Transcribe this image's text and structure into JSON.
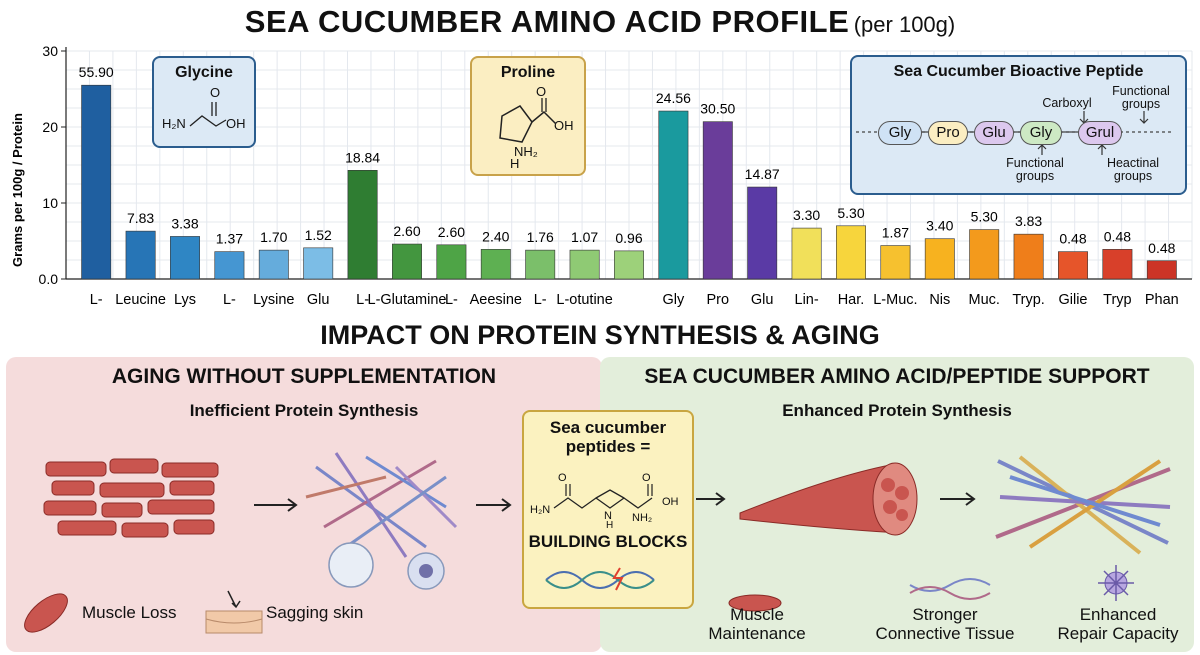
{
  "header": {
    "title": "SEA CUCUMBER AMINO ACID PROFILE",
    "subtitle": "(per 100g)"
  },
  "chart_data": {
    "type": "bar",
    "ylabel": "Grams per 100g / Protein",
    "ylim": [
      0,
      30
    ],
    "yticks": [
      "0.0",
      "10",
      "20",
      "30"
    ],
    "grid": true,
    "categories": [
      "L-",
      "Leucine",
      "Lys",
      "L-",
      "Lysine",
      "Glu",
      "L-",
      "L-Glutamine",
      "L-",
      "Aeesine",
      "L-",
      "L-otutine",
      "Gly",
      "Pro",
      "Glu",
      "Lin-",
      "Har.",
      "L-Muc.",
      "Nis",
      "Muc.",
      "Tryp.",
      "Gilie",
      "Tryp",
      "Phan"
    ],
    "values": [
      25.5,
      6.3,
      5.6,
      3.6,
      3.8,
      4.1,
      14.3,
      4.6,
      4.5,
      3.9,
      3.8,
      3.8,
      3.7,
      22.1,
      20.7,
      12.1,
      6.7,
      7.0,
      4.4,
      5.3,
      6.5,
      5.9,
      3.6,
      3.9,
      2.4
    ],
    "data_labels": [
      "55.90",
      "7.83",
      "3.38",
      "1.37",
      "1.70",
      "1.52",
      "18.84",
      "2.60",
      "2.60",
      "2.40",
      "1.76",
      "1.07",
      "0.96",
      "24.56",
      "30.50",
      "14.87",
      "3.30",
      "5.30",
      "1.87",
      "3.40",
      "5.30",
      "3.83",
      "0.48",
      "0.48",
      "0.48"
    ],
    "colors": [
      "#1f5fa0",
      "#2775b6",
      "#2f86c4",
      "#4596d2",
      "#65acdc",
      "#7cbde6",
      "#2f7d32",
      "#43963f",
      "#4ea446",
      "#5eb052",
      "#7bbf6a",
      "#8fca74",
      "#9dd17a",
      "#1a9a9e",
      "#6a3d9a",
      "#5a3aa5",
      "#f1e05a",
      "#f7d53c",
      "#f6c12f",
      "#f7b21f",
      "#f39a1c",
      "#ef7e1a",
      "#e6552a",
      "#d8402a",
      "#cc3426"
    ]
  },
  "callouts": {
    "glycine": {
      "title": "Glycine",
      "h2n": "H₂N",
      "o": "O",
      "oh": "OH"
    },
    "proline": {
      "title": "Proline",
      "o": "O",
      "oh": "OH",
      "nh2": "NH₂",
      "h": "H"
    },
    "peptide": {
      "title": "Sea Cucumber Bioactive Peptide",
      "nodes": [
        "Gly",
        "Pro",
        "Glu",
        "Gly",
        "Grul"
      ],
      "carboxyl": "Carboxyl",
      "functional_top": "Functional groups",
      "functional_bottom": "Functional groups",
      "heactinal": "Heactinal groups"
    }
  },
  "impact": {
    "title": "IMPACT ON PROTEIN SYNTHESIS & AGING",
    "left": {
      "heading": "AGING WITHOUT SUPPLEMENTATION",
      "subheading": "Inefficient Protein Synthesis",
      "muscle_loss": "Muscle Loss",
      "sagging_skin": "Sagging skin"
    },
    "center": {
      "line1": "Sea cucumber",
      "line2": "peptides =",
      "building_blocks": "BUILDING BLOCKS",
      "h2n": "H₂N",
      "o": "O",
      "oh": "OH",
      "nh2": "NH₂",
      "n": "N",
      "h": "H"
    },
    "right": {
      "heading": "SEA CUCUMBER AMINO ACID/PEPTIDE SUPPORT",
      "subheading": "Enhanced Protein Synthesis",
      "muscle_l1": "Muscle",
      "muscle_l2": "Maintenance",
      "conn_l1": "Stronger",
      "conn_l2": "Connective Tissue",
      "repair_l1": "Enhanced",
      "repair_l2": "Repair Capacity"
    }
  }
}
